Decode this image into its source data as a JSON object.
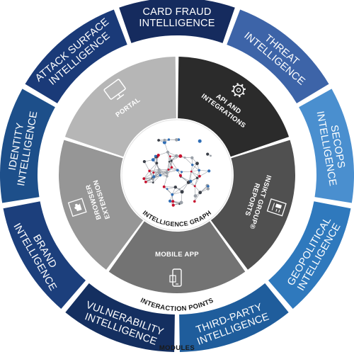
{
  "modules": [
    {
      "lines": [
        "THREAT",
        "INTELLIGENCE"
      ],
      "color": "#3d64a8"
    },
    {
      "lines": [
        "SECOPS",
        "INTELLIGENCE"
      ],
      "color": "#4a8fcf"
    },
    {
      "lines": [
        "GEOPOLITICAL",
        "INTELLIGENCE"
      ],
      "color": "#2f79bd"
    },
    {
      "lines": [
        "THIRD-PARTY",
        "INTELLIGENCE"
      ],
      "color": "#1f5d9c"
    },
    {
      "lines": [
        "VULNERABILITY",
        "INTELLIGENCE"
      ],
      "color": "#142f60"
    },
    {
      "lines": [
        "BRAND",
        "INTELLIGENCE"
      ],
      "color": "#1c3f7c"
    },
    {
      "lines": [
        "IDENTITY",
        "INTELLIGENCE"
      ],
      "color": "#1d4f8a"
    },
    {
      "lines": [
        "ATTACK SURFACE",
        "INTELLIGENCE"
      ],
      "color": "#1a3a78"
    },
    {
      "lines": [
        "CARD FRAUD",
        "INTELLIGENCE"
      ],
      "color": "#152b5e"
    }
  ],
  "interaction_points": [
    {
      "lines": [
        "API AND",
        "INTEGRATIONS"
      ],
      "color": "#2b2b2b",
      "icon": "gear-icon"
    },
    {
      "lines": [
        "INSIKT GROUP®",
        "REPORTS"
      ],
      "color": "#505050",
      "icon": "report-document-icon"
    },
    {
      "lines": [
        "MOBILE APP"
      ],
      "color": "#737373",
      "icon": "mobile-phone-icon"
    },
    {
      "lines": [
        "BROWSER",
        "EXTENSION"
      ],
      "color": "#969696",
      "icon": "puzzle-piece-icon"
    },
    {
      "lines": [
        "PORTAL"
      ],
      "color": "#b6b6b6",
      "icon": "monitor-icon"
    }
  ],
  "hub": {
    "label": "INTELLIGENCE GRAPH",
    "icon": "network-graph-icon"
  },
  "interaction_points_label": "INTERACTION POINTS",
  "modules_label": "MODULES"
}
